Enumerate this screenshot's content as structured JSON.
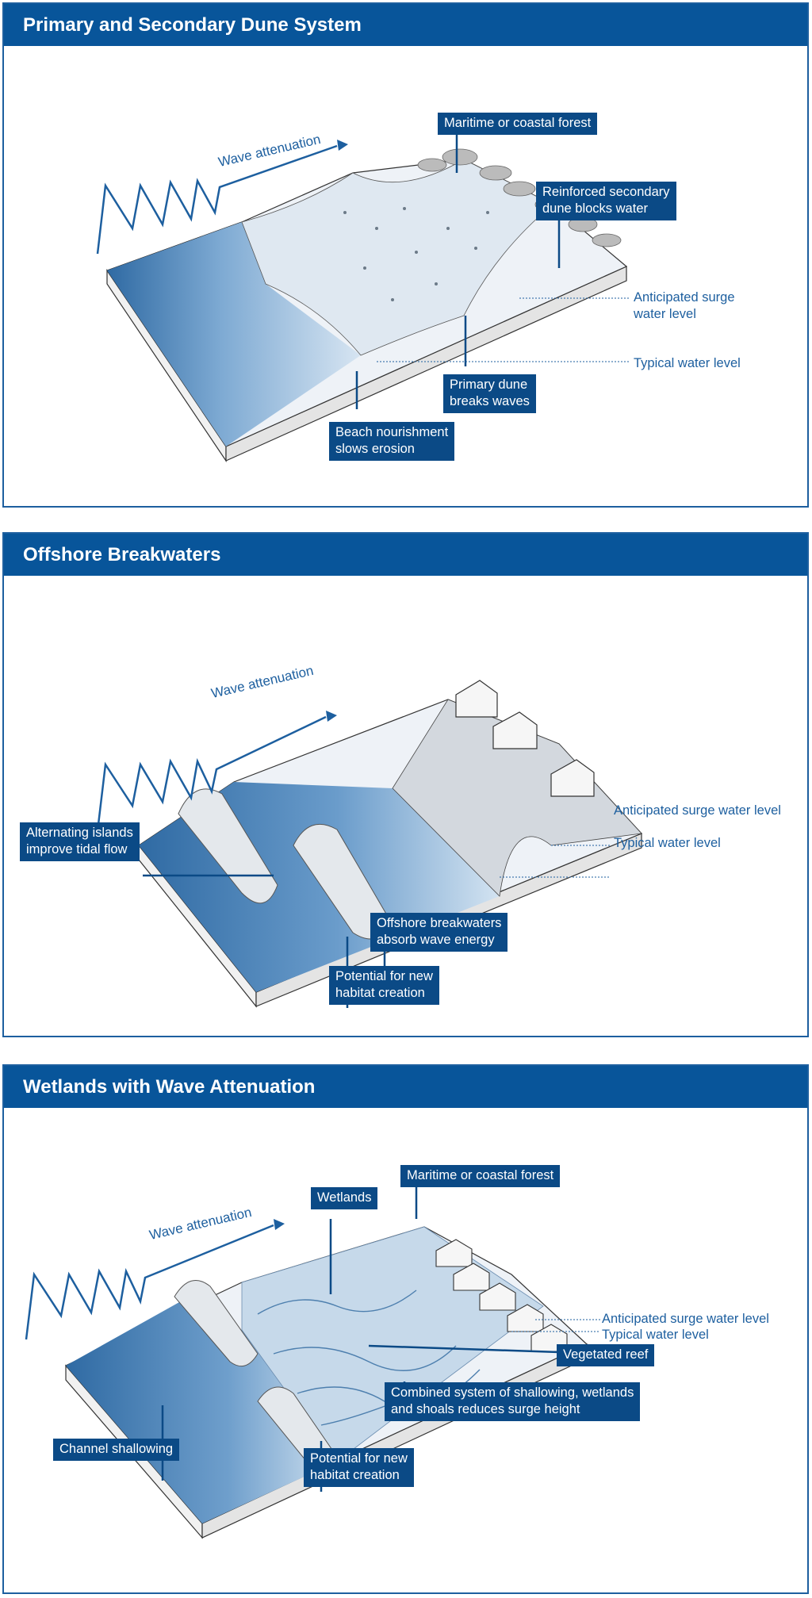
{
  "colors": {
    "header_bg": "#08559a",
    "callout_bg": "#0b4a86",
    "text_blue": "#1d5f9f",
    "water": "#4d86bc",
    "sand": "#e9eef4"
  },
  "panels": [
    {
      "title": "Primary and Secondary Dune System",
      "wave": "Wave attenuation",
      "callouts": {
        "forest": "Maritime or coastal forest",
        "secondary": "Reinforced secondary\ndune blocks water",
        "primary": "Primary dune\nbreaks waves",
        "beach": "Beach nourishment\nslows erosion"
      },
      "levels": {
        "surge": "Anticipated surge\nwater level",
        "typical": "Typical water level"
      }
    },
    {
      "title": "Offshore Breakwaters",
      "wave": "Wave attenuation",
      "callouts": {
        "islands": "Alternating islands\nimprove tidal flow",
        "breakwaters": "Offshore breakwaters\nabsorb wave energy",
        "habitat": "Potential for new\nhabitat creation"
      },
      "levels": {
        "surge": "Anticipated surge water level",
        "typical": "Typical water level"
      }
    },
    {
      "title": "Wetlands with Wave Attenuation",
      "wave": "Wave attenuation",
      "callouts": {
        "forest": "Maritime or coastal forest",
        "wetlands": "Wetlands",
        "reef": "Vegetated reef",
        "combined": "Combined system of shallowing, wetlands\nand shoals reduces surge height",
        "channel": "Channel shallowing",
        "habitat": "Potential for new\nhabitat creation"
      },
      "levels": {
        "surge": "Anticipated surge water level",
        "typical": "Typical water level"
      }
    }
  ]
}
